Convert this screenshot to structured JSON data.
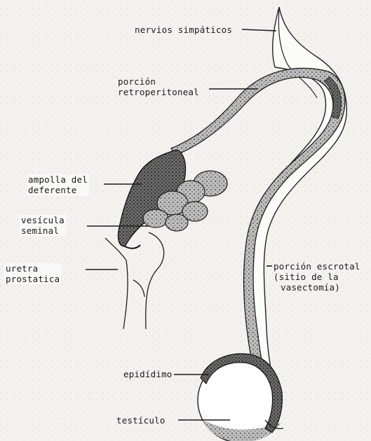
{
  "labels": {
    "nervios": "nervios simpáticos",
    "retro_1": "porción",
    "retro_2": "retroperitoneal",
    "ampolla_1": "ampolla del",
    "ampolla_2": "deferente",
    "vesicula_1": "vesícula",
    "vesicula_2": "seminal",
    "uretra_1": "uretra",
    "uretra_2": "prostatica",
    "escrotal_1": "porción escrotal",
    "escrotal_2": "(sitio de la",
    "escrotal_3": "vasectomía)",
    "epididimo": "epidídimo",
    "testiculo": "testículo"
  },
  "colors": {
    "ink": "#1a1a1a",
    "paper": "#f3f2ee",
    "shade": "#3a3a3a"
  }
}
